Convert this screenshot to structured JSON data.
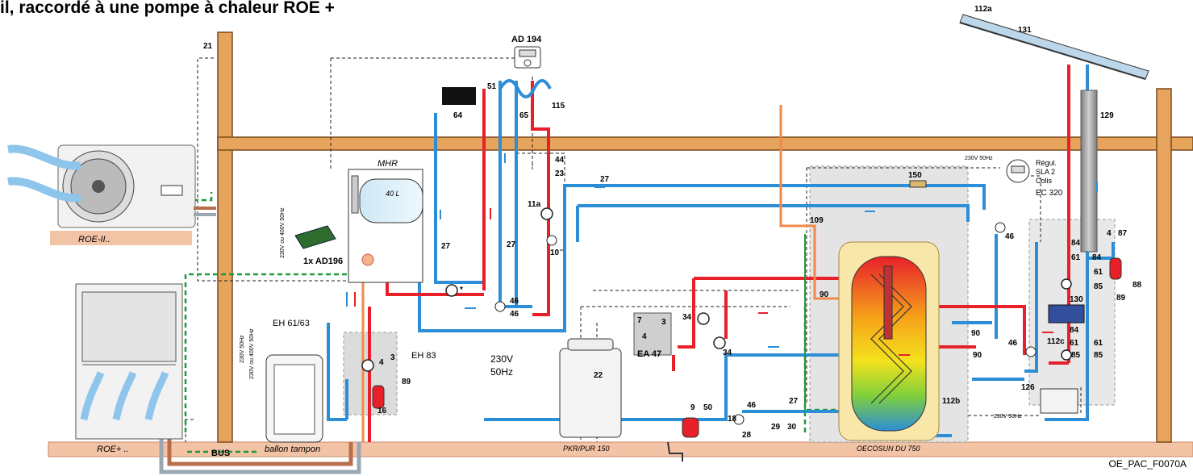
{
  "title": "il, raccordé à une pompe à chaleur ROE +",
  "reference": "OE_PAC_F0070A",
  "colors": {
    "beam": "#e6a45c",
    "beam_edge": "#7a4a1c",
    "hot": "#e8202a",
    "cold": "#2c8ed6",
    "dhw": "#f08a4b",
    "bus": "#1f9a3a",
    "floor": "#f3c3a6"
  },
  "labels": {
    "roe_ii": "ROE-II..",
    "roe_plus": "ROE+ ..",
    "bus": "BUS",
    "ballon": "ballon tampon",
    "mhr": "MHR",
    "mhr_vol": "40 L",
    "ad194": "AD 194",
    "ad196": "1x AD196",
    "pkr": "PKR/PUR 150",
    "oecosun": "OECOSUN DU 750",
    "eh6163": "EH 61/63",
    "eh83": "EH 83",
    "ea47": "EA 47",
    "supply_230v": "230V",
    "supply_50hz": "50Hz",
    "regul": "Régul.",
    "sla2": "SLA 2",
    "colis": "Colis",
    "ec320": "EC 320",
    "supply_small_1": "230V 50Hz",
    "supply_small_2": "230V 50Hz",
    "bus_power_1": "230V 50Hz",
    "bus_power_2": "230V ou 400V 50Hz",
    "mhr_power": "230V ou 400V 50Hz"
  },
  "numbers": {
    "n21": "21",
    "n64": "64",
    "n51": "51",
    "n65": "65",
    "n115": "115",
    "n44": "44",
    "n23": "23",
    "n27a": "27",
    "n27b": "27",
    "n27c": "27",
    "n27d": "27",
    "n11a": "11a",
    "n10": "10",
    "n46a": "46",
    "n46b": "46",
    "n46c": "46",
    "n46d": "46",
    "n46e": "46",
    "star": "*",
    "n109": "109",
    "n150": "150",
    "n90a": "90",
    "n90b": "90",
    "n90c": "90",
    "n112a": "112a",
    "n131": "131",
    "n129": "129",
    "n84a": "84",
    "n84b": "84",
    "n84c": "84",
    "n61a": "61",
    "n61b": "61",
    "n61c": "61",
    "n61d": "61",
    "n85a": "85",
    "n85b": "85",
    "n85c": "85",
    "n4a": "4",
    "n4b": "4",
    "n4c": "4",
    "n87": "87",
    "n88": "88",
    "n89a": "89",
    "n89b": "89",
    "n130": "130",
    "n112c": "112c",
    "n112b": "112b",
    "n126": "126",
    "n34a": "34",
    "n34b": "34",
    "n7": "7",
    "n3a": "3",
    "n3b": "3",
    "n22": "22",
    "n9": "9",
    "n50": "50",
    "n18": "18",
    "n28": "28",
    "n29": "29",
    "n30": "30",
    "n16": "16"
  }
}
